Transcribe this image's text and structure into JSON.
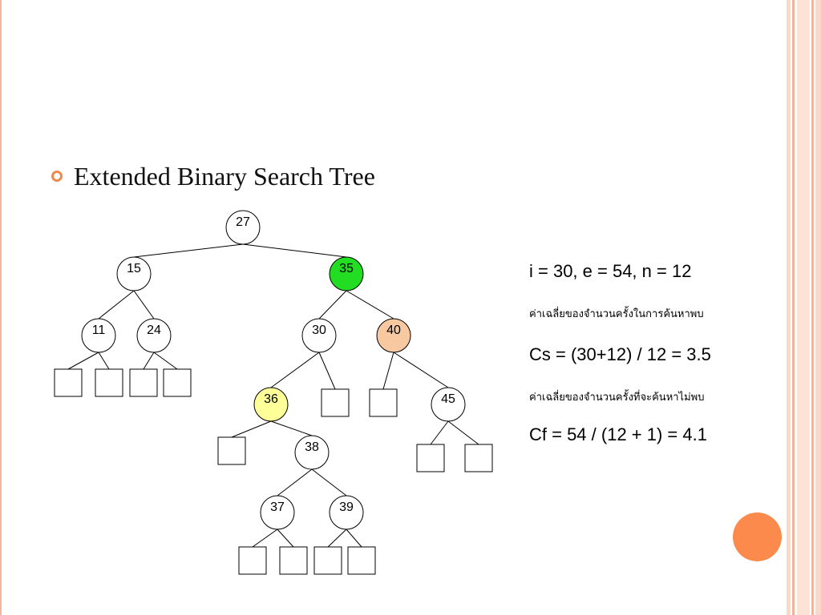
{
  "slide": {
    "title": "Extended Binary Search Tree",
    "bullet_icon": "hollow-circle-bullet-icon",
    "accent_color": "#f08a4b",
    "decor_circle_color": "#fb8a4c"
  },
  "tree": {
    "internal_nodes": [
      {
        "id": "n27",
        "label": "27",
        "fill": "#ffffff"
      },
      {
        "id": "n15",
        "label": "15",
        "fill": "#ffffff"
      },
      {
        "id": "n35",
        "label": "35",
        "fill": "#22dd22"
      },
      {
        "id": "n11",
        "label": "11",
        "fill": "#ffffff"
      },
      {
        "id": "n24",
        "label": "24",
        "fill": "#ffffff"
      },
      {
        "id": "n30",
        "label": "30",
        "fill": "#ffffff"
      },
      {
        "id": "n40",
        "label": "40",
        "fill": "#f8c8a0"
      },
      {
        "id": "n36",
        "label": "36",
        "fill": "#ffff99"
      },
      {
        "id": "n45",
        "label": "45",
        "fill": "#ffffff"
      },
      {
        "id": "n38",
        "label": "38",
        "fill": "#ffffff"
      },
      {
        "id": "n37",
        "label": "37",
        "fill": "#ffffff"
      },
      {
        "id": "n39",
        "label": "39",
        "fill": "#ffffff"
      }
    ],
    "edges": [
      [
        "n27",
        "n15"
      ],
      [
        "n27",
        "n35"
      ],
      [
        "n15",
        "n11"
      ],
      [
        "n15",
        "n24"
      ],
      [
        "n35",
        "n30"
      ],
      [
        "n35",
        "n40"
      ],
      [
        "n30",
        "n36"
      ],
      [
        "n30",
        "e5"
      ],
      [
        "n40",
        "e6"
      ],
      [
        "n40",
        "n45"
      ],
      [
        "n36",
        "e7"
      ],
      [
        "n36",
        "n38"
      ],
      [
        "n38",
        "n37"
      ],
      [
        "n38",
        "n39"
      ],
      [
        "n45",
        "e8"
      ],
      [
        "n45",
        "e9"
      ],
      [
        "n11",
        "e1"
      ],
      [
        "n11",
        "e2"
      ],
      [
        "n24",
        "e3"
      ],
      [
        "n24",
        "e4"
      ],
      [
        "n37",
        "e10"
      ],
      [
        "n37",
        "e11"
      ],
      [
        "n39",
        "e12"
      ],
      [
        "n39",
        "e13"
      ]
    ],
    "external_node_count": 13
  },
  "stats": {
    "line1": "i = 30, e = 54, n = 12",
    "caption_success": "ค่าเฉลี่ยของจำนวนครั้งในการค้นหาพบ",
    "cs": "Cs = (30+12) / 12 = 3.5",
    "caption_fail": "ค่าเฉลี่ยของจำนวนครั้งที่จะค้นหาไม่พบ",
    "cf": "Cf = 54 / (12 + 1)  = 4.1"
  }
}
